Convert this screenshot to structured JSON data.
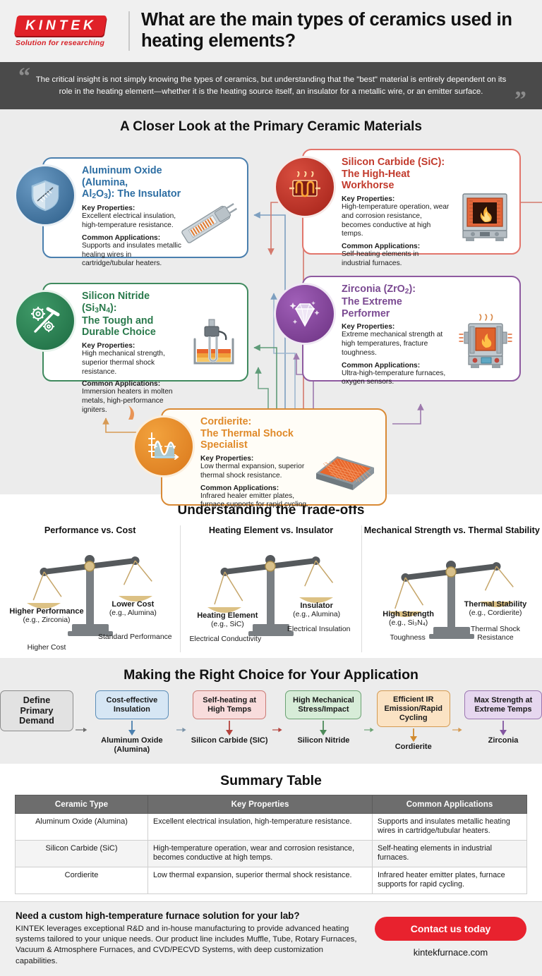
{
  "header": {
    "logo_text": "KINTEK",
    "logo_tagline": "Solution for researching",
    "title": "What are the main types of ceramics used in heating elements?"
  },
  "quote": {
    "text": "The critical insight is not simply knowing the types of ceramics, but understanding that the \"best\" material is entirely dependent on its role in the heating element—whether it is the heating source itself, an insulator for a metallic wire, or an emitter surface."
  },
  "cards_section": {
    "heading": "A Closer Look at the Primary Ceramic Materials",
    "key_props_label": "Key Properties:",
    "common_apps_label": "Common Applications:",
    "cards": [
      {
        "title_line1": "Aluminum Oxide (Alumina,",
        "title_line2": "Al2O3): The Insulator",
        "title_plain": "Aluminum Oxide (Alumina, Al₂O₃): The Insulator",
        "key_properties": "Excellent electrical insulation, high-temperature resistance.",
        "common_applications": "Supports and insulates metallic healing wires in cartridge/tubular heaters.",
        "color": "#2d6ea3",
        "border": "#4a7fae",
        "icon": "shield-icon"
      },
      {
        "title_line1": "Silicon Carbide (SiC):",
        "title_line2": "The High-Heat Workhorse",
        "title_plain": "Silicon Carbide (SiC): The High-Heat Workhorse",
        "key_properties": "High-temperature operation, wear and corrosion resistance, becomes conductive at high temps.",
        "common_applications": "Self-heating elements in industrial furnaces.",
        "color": "#c23a2c",
        "border": "#e2756b",
        "icon": "heating-coil-icon"
      },
      {
        "title_line1": "Silicon Nitride (Si3N4):",
        "title_line2": "The Tough and Durable Choice",
        "title_plain": "Silicon Nitride (Si₃N₄): The Tough and Durable Choice",
        "key_properties": "High mechanical strength, superior thermal shock resistance.",
        "common_applications": "Immersion heaters in molten metals, high-performance igniters.",
        "color": "#2a7a4c",
        "border": "#3f8a5e",
        "icon": "hammer-gear-icon"
      },
      {
        "title_line1": "Zirconia (ZrO2):",
        "title_line2": "The Extreme Performer",
        "title_plain": "Zirconia (ZrO₂): The Extreme Performer",
        "key_properties": "Extreme mechanical strength at high temperatures, fracture toughness.",
        "common_applications": "Ultra-high-temperature furnaces, oxygen sensors.",
        "color": "#7b4a92",
        "border": "#8e5aa0",
        "icon": "diamond-icon"
      },
      {
        "title_line1": "Cordierite:",
        "title_line2": "The Thermal Shock Specialist",
        "title_plain": "Cordierite: The Thermal Shock Specialist",
        "key_properties": "Low thermal expansion, superior thermal shock resistance.",
        "common_applications": "Infrared healer emitter plates, furnace supports for rapid cycling.",
        "color": "#e08a2a",
        "border": "#d98a35",
        "icon": "waveform-chart-icon"
      }
    ]
  },
  "tradeoffs": {
    "heading": "Understanding the Trade-offs",
    "scales": [
      {
        "title": "Performance vs. Cost",
        "left_bold": "Higher Performance",
        "left_sub": "(e.g., Zirconia)",
        "left_foot": "Higher Cost",
        "right_bold": "Lower Cost",
        "right_sub": "(e.g., Alumina)",
        "right_foot": "Standard Performance"
      },
      {
        "title": "Heating Element vs. Insulator",
        "left_bold": "Heating Element",
        "left_sub": "(e.g., SiC)",
        "left_foot": "Electrical Conductivity",
        "right_bold": "Insulator",
        "right_sub": "(e.g., Alumina)",
        "right_foot": "Electrical Insulation"
      },
      {
        "title": "Mechanical Strength vs. Thermal Stability",
        "left_bold": "High Strength",
        "left_sub": "(e.g., Si₃N₄)",
        "left_foot": "Toughness",
        "right_bold": "Thermal Stability",
        "right_sub": "(e.g., Cordierite)",
        "right_foot": "Thermal Shock Resistance"
      }
    ]
  },
  "flow": {
    "heading": "Making the Right Choice for Your Application",
    "start_label": "Define Primary Demand",
    "steps": [
      {
        "label": "Cost-effective Insulation",
        "result": "Aluminum Oxide (Alumina)",
        "fill": "#d6e6f4",
        "stroke": "#5b8db8",
        "accent": "#4a7fae"
      },
      {
        "label": "Self-heating at High Temps",
        "result": "Silicon Carbide (SIC)",
        "fill": "#f8dcdc",
        "stroke": "#c97a74",
        "accent": "#b4443e"
      },
      {
        "label": "High Mechanical Stress/Impact",
        "result": "Silicon Nitride",
        "fill": "#d7ecd8",
        "stroke": "#6ba273",
        "accent": "#4d8a59"
      },
      {
        "label": "Efficient IR Emission/Rapid Cycling",
        "result": "Cordierite",
        "fill": "#fbe3c4",
        "stroke": "#d49a52",
        "accent": "#d18a2e"
      },
      {
        "label": "Max Strength at Extreme Temps",
        "result": "Zirconia",
        "fill": "#e6d7ef",
        "stroke": "#9c77b2",
        "accent": "#8255a0"
      }
    ]
  },
  "summary_table": {
    "heading": "Summary Table",
    "columns": [
      "Ceramic Type",
      "Key Properties",
      "Common Applications"
    ],
    "rows": [
      {
        "type": "Aluminum Oxide (Alumina)",
        "properties": "Excellent electrical insulation, high-temperature resistance.",
        "applications": "Supports and insulates metallic heating wires in cartridge/tubular heaters."
      },
      {
        "type": "Silicon Carbide (SiC)",
        "properties": "High-temperature operation, wear and corrosion resistance, becomes conductive at high temps.",
        "applications": "Self-heating elements in industrial furnaces."
      },
      {
        "type": "Cordierite",
        "properties": "Low thermal expansion, superior thermal shock resistance.",
        "applications": "Infrared heater emitter plates, furnace supports for rapid cycling."
      }
    ]
  },
  "footer": {
    "heading": "Need a custom high-temperature furnace solution for your lab?",
    "body": "KINTEK leverages exceptional R&D and in-house manufacturing to provide advanced heating systems tailored to your unique needs. Our product line includes Muffle, Tube, Rotary Furnaces, Vacuum & Atmosphere Furnaces, and CVD/PECVD Systems, with deep customization capabilities.",
    "cta_label": "Contact us today",
    "website": "kintekfurnace.com",
    "cta_color": "#e8222e"
  }
}
